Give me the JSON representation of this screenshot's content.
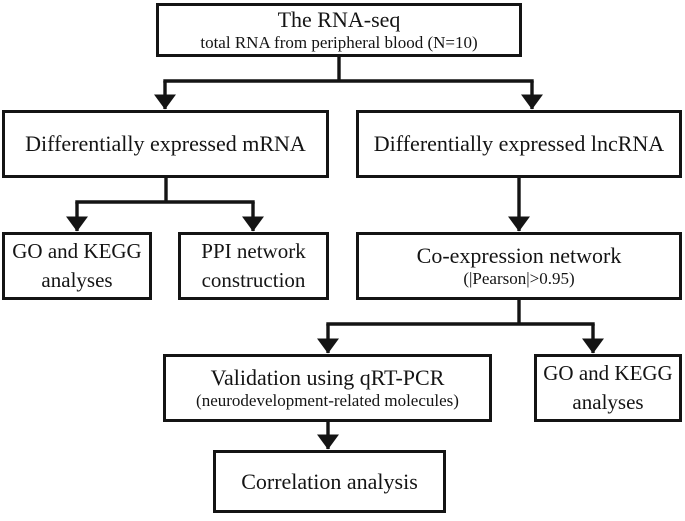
{
  "figure": {
    "background_color": "#ffffff",
    "line_color": "#141414",
    "nodes": {
      "rna_seq": {
        "title": "The RNA-seq",
        "subtitle": "total RNA from peripheral blood (N=10)"
      },
      "mrna": {
        "label": "Differentially expressed mRNA"
      },
      "lncrna": {
        "label": "Differentially expressed lncRNA"
      },
      "go_kegg_mrna": {
        "line1": "GO and KEGG",
        "line2": "analyses"
      },
      "ppi": {
        "line1": "PPI network",
        "line2": "construction"
      },
      "coexpression": {
        "title": "Co-expression network",
        "subtitle": "(|Pearson|>0.95)"
      },
      "validation": {
        "title": "Validation using qRT-PCR",
        "subtitle": "(neurodevelopment-related molecules)"
      },
      "go_kegg_lncrna": {
        "line1": "GO and KEGG",
        "line2": "analyses"
      },
      "correlation": {
        "label": "Correlation analysis"
      }
    },
    "edges": [
      {
        "from": "rna_seq",
        "to": "mrna"
      },
      {
        "from": "rna_seq",
        "to": "lncrna"
      },
      {
        "from": "mrna",
        "to": "go_kegg_mrna"
      },
      {
        "from": "mrna",
        "to": "ppi"
      },
      {
        "from": "lncrna",
        "to": "coexpression"
      },
      {
        "from": "coexpression",
        "to": "validation"
      },
      {
        "from": "coexpression",
        "to": "go_kegg_lncrna"
      },
      {
        "from": "validation",
        "to": "correlation"
      }
    ]
  }
}
